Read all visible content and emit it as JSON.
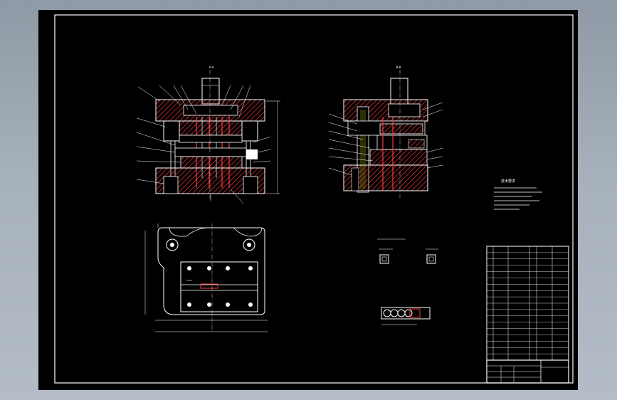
{
  "viewer": {
    "background_colors": [
      "#8f9aa6",
      "#b4bdc7"
    ],
    "sheet_color": "#000000",
    "line_color": "#ffffff",
    "hatch_color": "#ff3b3b",
    "highlight_color": "#ffff00"
  },
  "drawing": {
    "front_view_label": "A-A",
    "side_view_label": "B-B",
    "notes_title": "技术要求",
    "notes_lines": [
      "",
      "",
      "",
      "",
      "",
      ""
    ],
    "part_details_label": "",
    "part_detail_right_label": "",
    "strip_layout_label": "",
    "title_block": {
      "drawing_title": "",
      "sheet_label": ""
    }
  }
}
